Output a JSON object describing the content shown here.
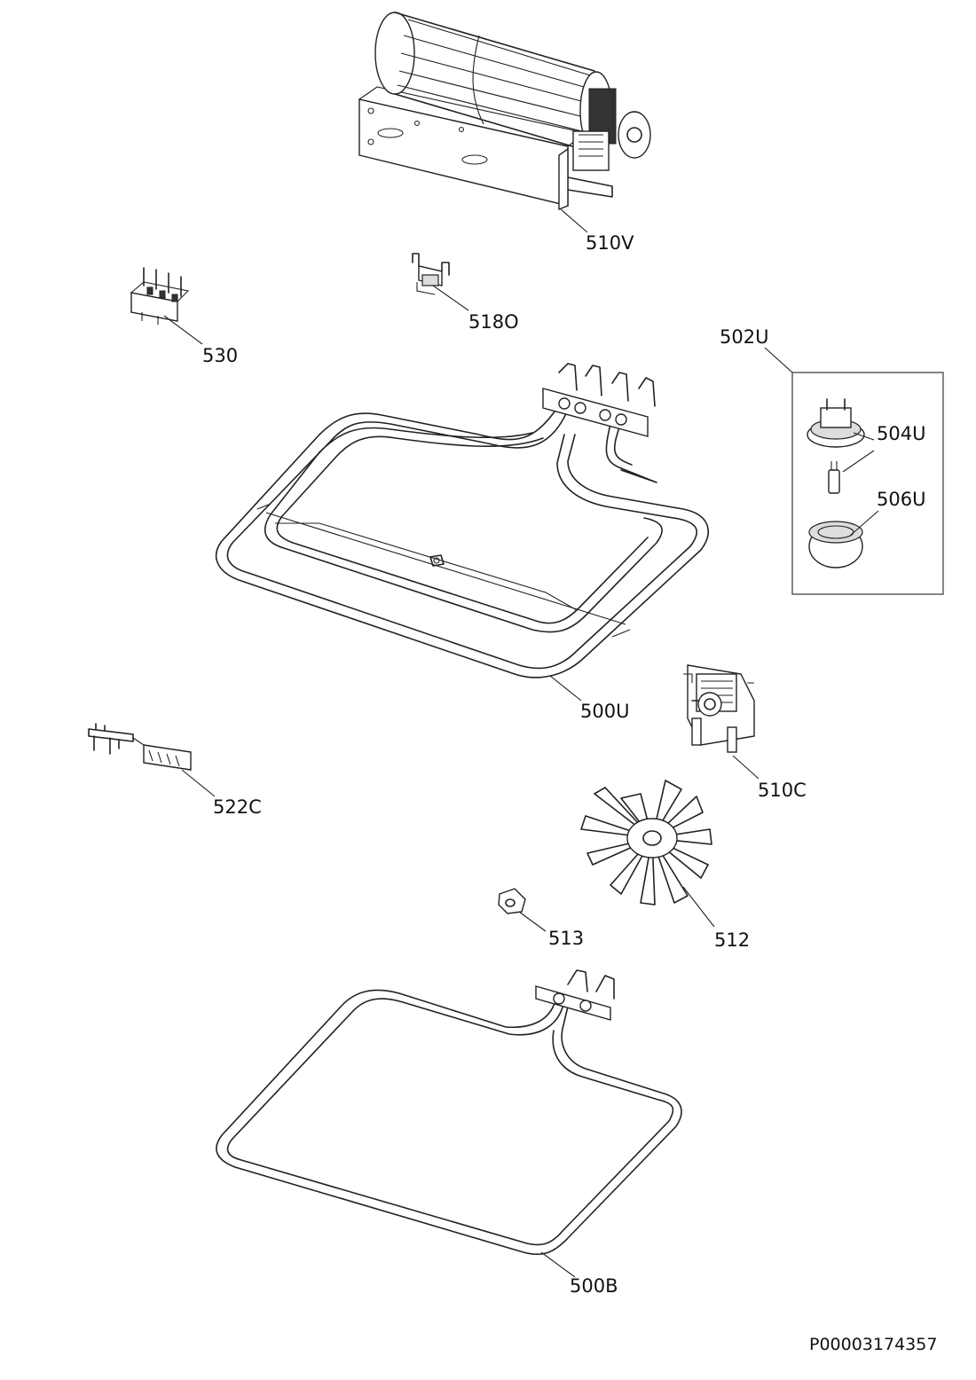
{
  "parts": [
    {
      "id": "510V",
      "name": "tangential-fan"
    },
    {
      "id": "518O",
      "name": "thermostat-clip"
    },
    {
      "id": "530",
      "name": "terminal-block"
    },
    {
      "id": "502U",
      "name": "lamp-assembly-group"
    },
    {
      "id": "504U",
      "name": "lamp-bulb"
    },
    {
      "id": "506U",
      "name": "lamp-cover"
    },
    {
      "id": "500U",
      "name": "upper-heating-element"
    },
    {
      "id": "510C",
      "name": "convection-fan-motor"
    },
    {
      "id": "522C",
      "name": "door-switch"
    },
    {
      "id": "512",
      "name": "fan-blade"
    },
    {
      "id": "513",
      "name": "nut"
    },
    {
      "id": "500B",
      "name": "lower-heating-element"
    }
  ],
  "document_id": "P00003174357"
}
